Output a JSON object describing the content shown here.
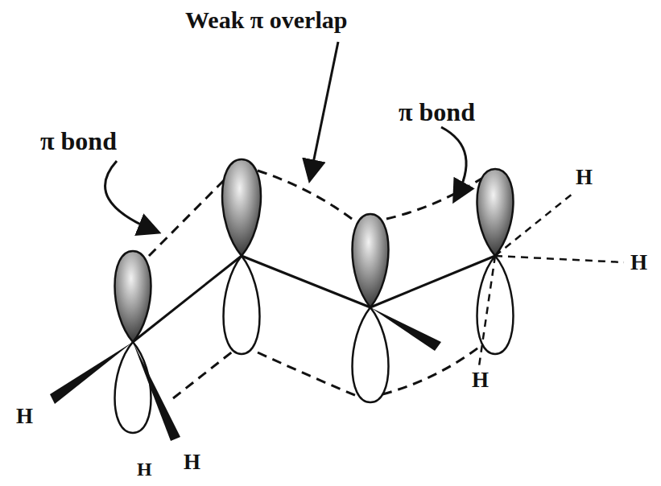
{
  "diagram": {
    "labels": [
      "Weak π overlap",
      "π bond",
      "π bond",
      "H",
      "H",
      "H",
      "H",
      "H",
      "H"
    ]
  }
}
